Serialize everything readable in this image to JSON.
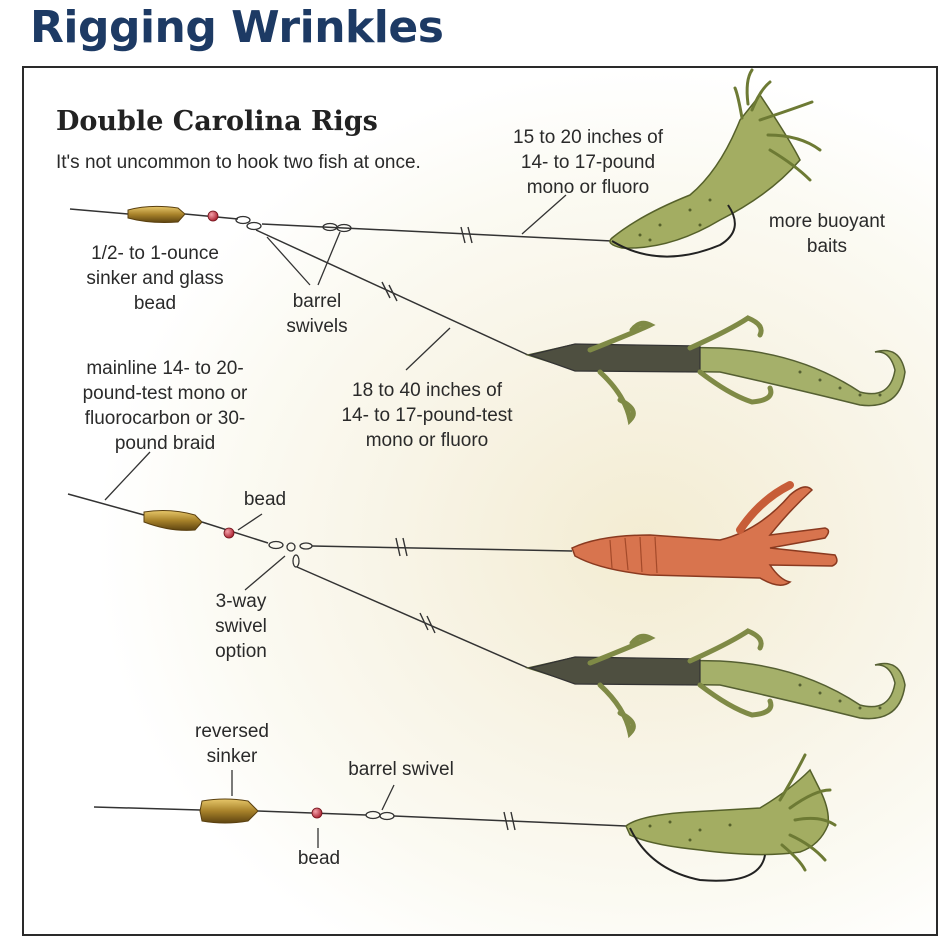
{
  "title": "Rigging Wrinkles",
  "heading": "Double Carolina Rigs",
  "subtitle": "It's not uncommon to hook two fish at once.",
  "labels": {
    "leader_short": "15 to 20 inches of\n14- to 17-pound\nmono or fluoro",
    "buoyant_baits": "more buoyant\nbaits",
    "sinker_bead": "1/2- to 1-ounce\nsinker and glass\nbead",
    "barrel_swivels": "barrel\nswivels",
    "mainline": "mainline 14- to 20-\npound-test mono or\nfluorocarbon or 30-\npound braid",
    "leader_long": "18 to 40 inches of\n14- to 17-pound-test\nmono or fluoro",
    "bead": "bead",
    "three_way": "3-way\nswivel\noption",
    "reversed_sinker": "reversed\nsinker",
    "barrel_swivel": "barrel swivel",
    "bead_bottom": "bead"
  },
  "colors": {
    "title": "#1d3a64",
    "sinker": "#8a6a1e",
    "bead": "#c0283a",
    "bait_green": "#9aa55a",
    "bait_dark": "#4a4a3a",
    "bait_orange": "#d46a4a"
  }
}
